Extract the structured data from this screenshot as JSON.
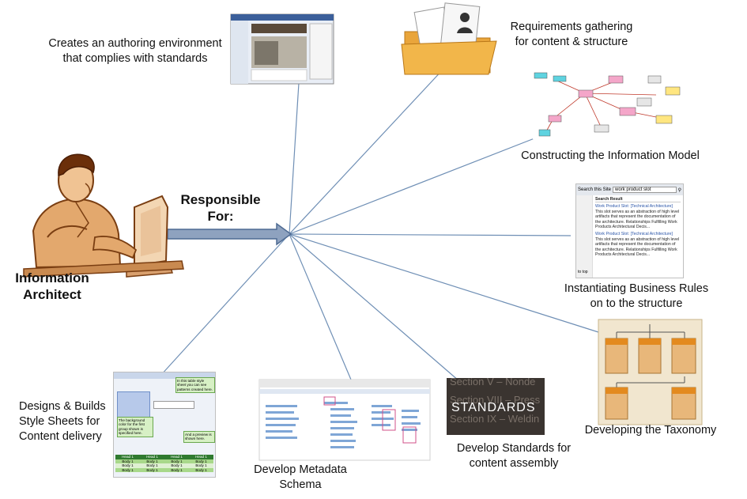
{
  "center": {
    "role_line1": "Information",
    "role_line2": "Architect",
    "arrow_line1": "Responsible",
    "arrow_line2": "For:"
  },
  "nodes": [
    {
      "id": "authoring",
      "lines": [
        "Creates an authoring environment",
        "that complies with standards"
      ]
    },
    {
      "id": "requirements",
      "lines": [
        "Requirements gathering",
        "for content & structure"
      ]
    },
    {
      "id": "info_model",
      "lines": [
        "Constructing the Information Model"
      ]
    },
    {
      "id": "business_rules",
      "lines": [
        "Instantiating Business Rules",
        "on to the structure"
      ]
    },
    {
      "id": "taxonomy",
      "lines": [
        "Developing the Taxonomy"
      ]
    },
    {
      "id": "standards",
      "lines": [
        "Develop Standards for",
        "content assembly"
      ]
    },
    {
      "id": "metadata",
      "lines": [
        "Develop Metadata",
        "Schema"
      ]
    },
    {
      "id": "style_sheets",
      "lines": [
        "Designs & Builds",
        "Style Sheets for",
        "Content delivery"
      ]
    }
  ],
  "thumbnails": {
    "search_box_label": "Search this Site",
    "search_query": "work product slot",
    "search_result_heading": "Search Result",
    "search_result_title": "Work Product Slot: [Technical Architecture]",
    "search_result_body": "This slot serves as an abstraction of high level artifacts that represent the documentation of the architecture. Relationships Fulfilling Work Products Architectural Decis...",
    "search_footer": "to top",
    "standards_word": "STANDARDS",
    "standards_bg_1": "Section V – Nonde",
    "standards_bg_2": "Section VIII – Press",
    "standards_bg_3": "Section IX – Weldin",
    "style_tip_1": "In this table style sheet you can see patterns created here.",
    "style_tip_2": "The background color for the first group shown is specified here.",
    "style_tip_3": "And a preview is shown here.",
    "style_head": "Head 1",
    "style_body": "Body 1"
  },
  "colors": {
    "line": "#6f8fb5",
    "arrow_fill": "#8ea2bf",
    "arrow_stroke": "#4f6b93",
    "taxonomy_box": "#e8b77a",
    "taxonomy_header": "#e38a1f",
    "folder": "#f2b64a"
  }
}
